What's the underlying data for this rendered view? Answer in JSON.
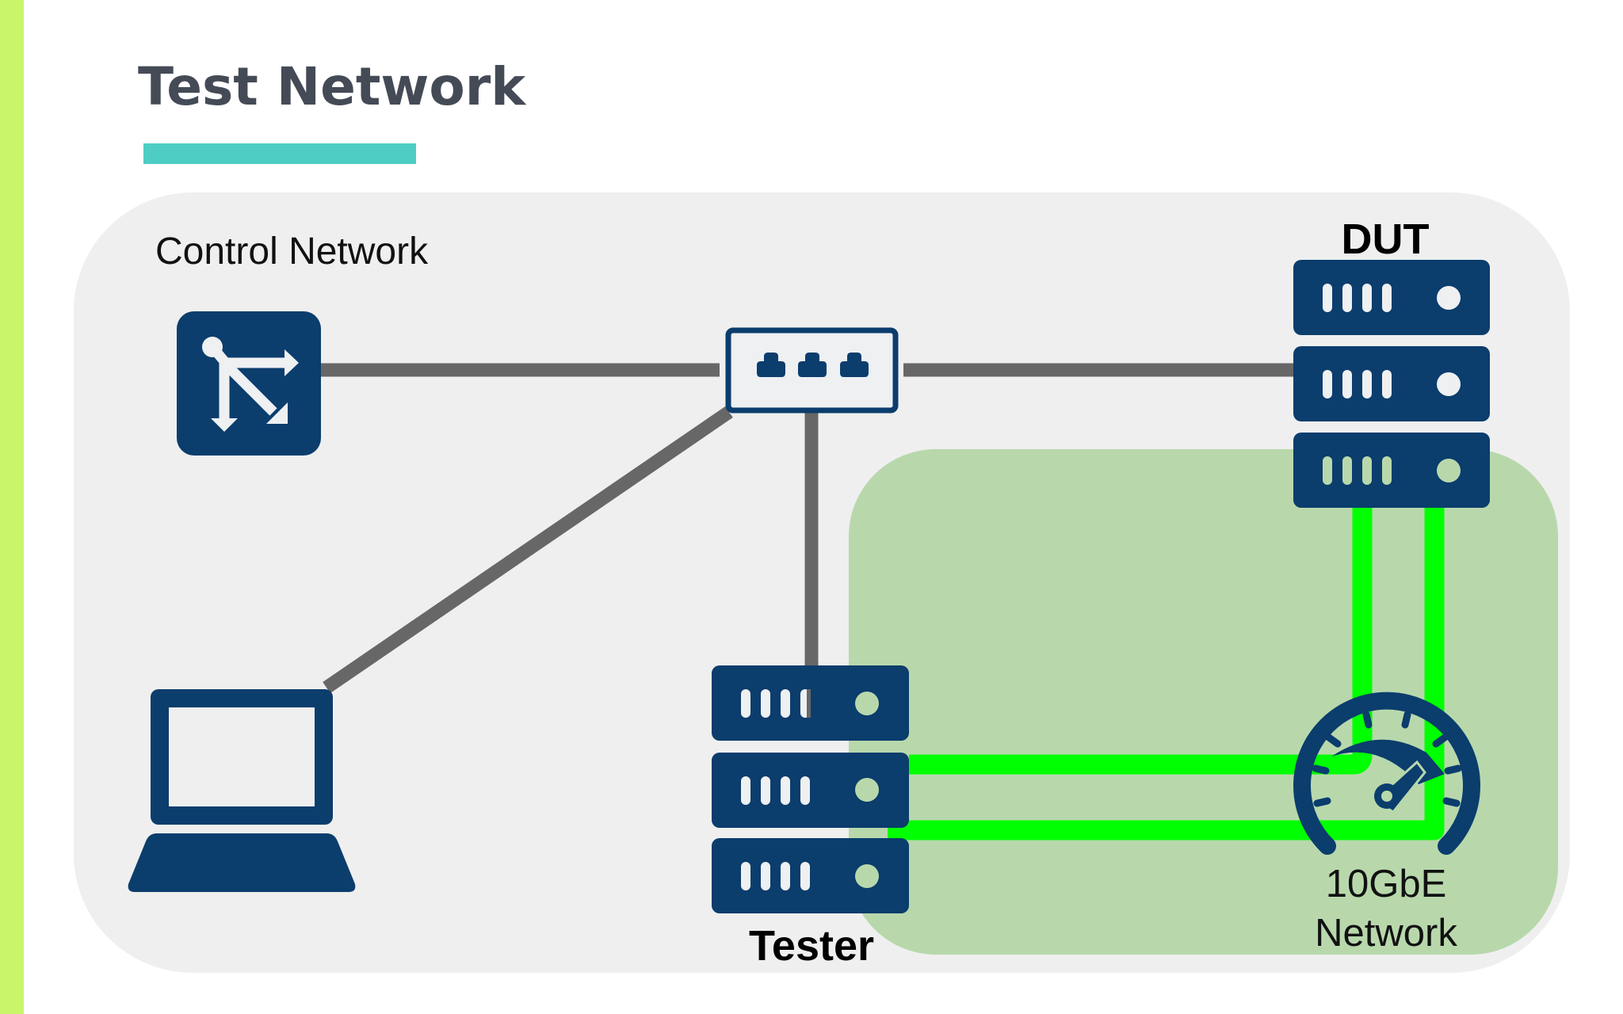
{
  "slide": {
    "title": "Test Network",
    "colors": {
      "side_bar": "#c8f56a",
      "title_underline": "#4ecdc4",
      "panel": "#efefef",
      "highlight_panel": "#b8d8ac",
      "icon_blue": "#0b3d6d",
      "control_link": "#676767",
      "data_link": "#00ff00"
    }
  },
  "diagram": {
    "control_network_label": "Control Network",
    "dut_label": "DUT",
    "tester_label": "Tester",
    "network_label_line1": "10GbE",
    "network_label_line2": "Network",
    "nodes": [
      {
        "id": "router",
        "icon": "router-icon"
      },
      {
        "id": "switch",
        "icon": "switch-icon"
      },
      {
        "id": "dut",
        "icon": "server-stack-icon",
        "units": 3
      },
      {
        "id": "tester",
        "icon": "server-stack-icon",
        "units": 3
      },
      {
        "id": "laptop",
        "icon": "laptop-icon"
      },
      {
        "id": "network",
        "icon": "speedometer-icon"
      }
    ],
    "links": [
      {
        "from": "router",
        "to": "switch",
        "type": "control"
      },
      {
        "from": "switch",
        "to": "dut",
        "type": "control"
      },
      {
        "from": "switch",
        "to": "laptop",
        "type": "control"
      },
      {
        "from": "switch",
        "to": "tester",
        "type": "control"
      },
      {
        "from": "tester",
        "to": "network",
        "type": "10GbE"
      },
      {
        "from": "tester",
        "to": "network",
        "type": "10GbE"
      },
      {
        "from": "dut",
        "to": "network",
        "type": "10GbE"
      },
      {
        "from": "dut",
        "to": "network",
        "type": "10GbE"
      }
    ]
  }
}
